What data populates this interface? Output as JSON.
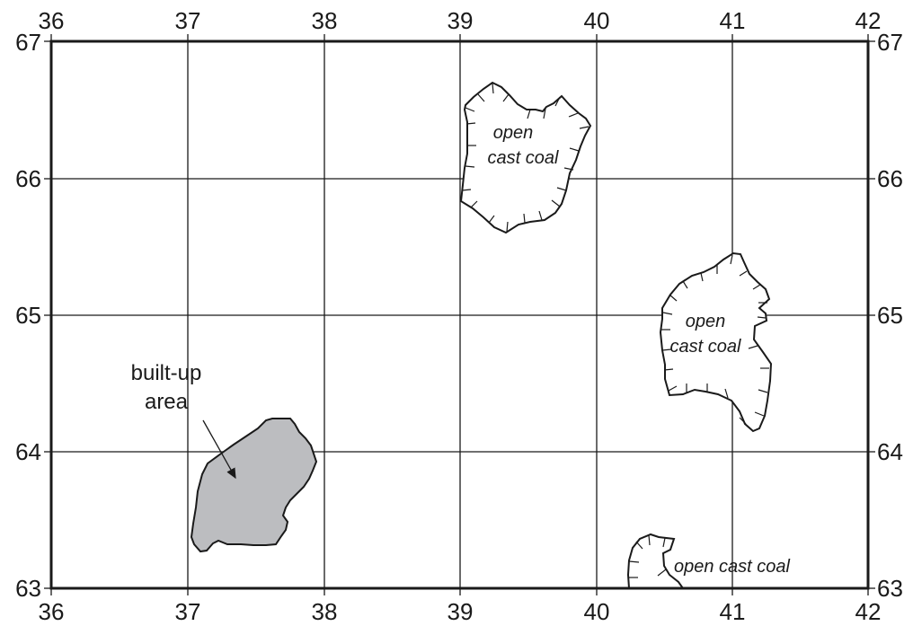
{
  "map": {
    "grid": {
      "x_range": [
        36,
        42
      ],
      "y_range": [
        63,
        67
      ],
      "x_ticks": [
        "36",
        "37",
        "38",
        "39",
        "40",
        "41",
        "42"
      ],
      "y_ticks": [
        "67",
        "66",
        "65",
        "64",
        "63"
      ]
    },
    "features": {
      "built_up": {
        "label_line1": "built-up",
        "label_line2": "area",
        "fill_color": "#bcbdc0"
      },
      "coal_north": {
        "label_line1": "open",
        "label_line2": "cast coal"
      },
      "coal_east": {
        "label_line1": "open",
        "label_line2": "cast coal"
      },
      "coal_south": {
        "label": "open cast coal"
      }
    }
  }
}
